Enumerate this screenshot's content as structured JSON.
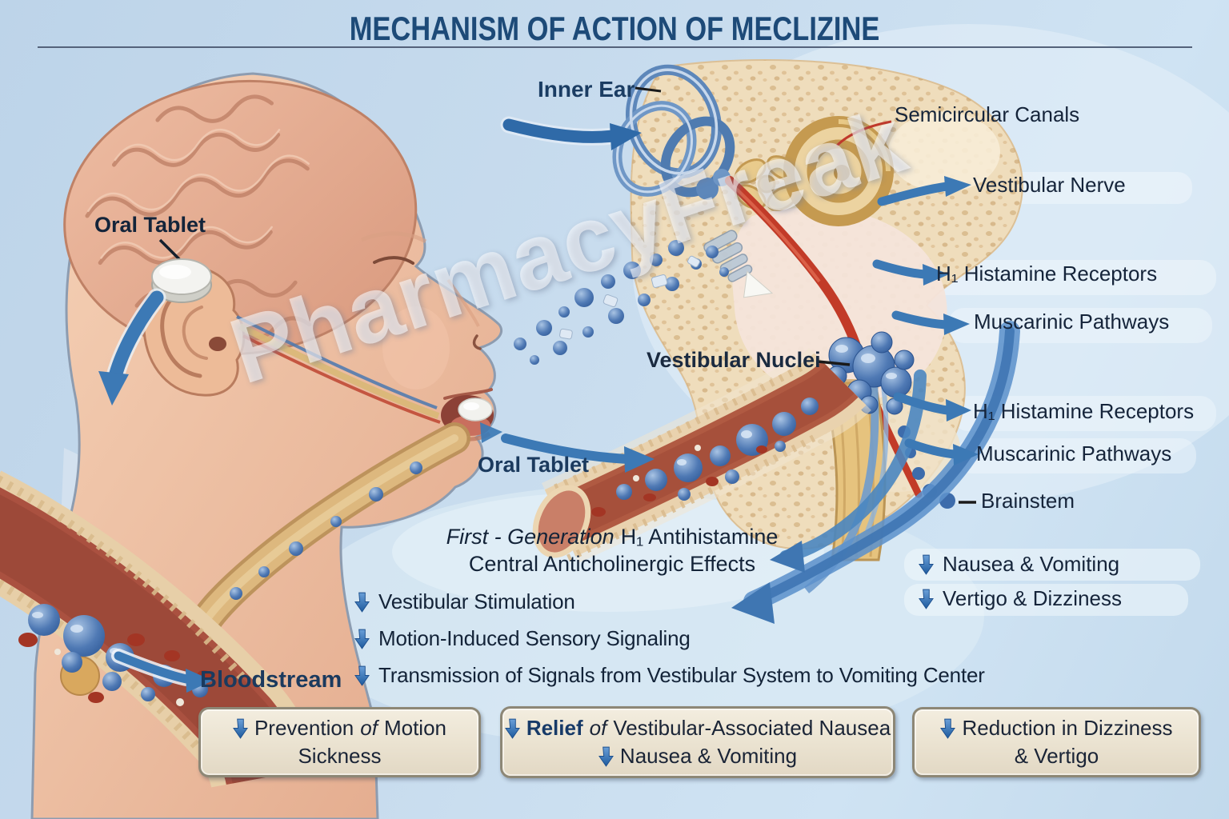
{
  "title": "MECHANISM OF ACTION OF MECLIZINE",
  "watermark": "PharmacyFreak",
  "labels": {
    "oral_tablet_head": "Oral Tablet",
    "inner_ear": "Inner Ear",
    "semicircular_canals": "Semicircular Canals",
    "vestibular_nerve": "Vestibular Nerve",
    "h1_histamine_receptors_upper": "H₁ Histamine Receptors",
    "muscarinic_pathways_upper": "Muscarinic Pathways",
    "vestibular_nuclei": "Vestibular Nuclei",
    "h1_histamine_receptors_lower": "H₁ Histamine Receptors",
    "muscarinic_pathways_lower": "Muscarinic Pathways",
    "brainstem": "Brainstem",
    "nausea_vomiting": "Nausea & Vomiting",
    "vertigo_dizziness": "Vertigo & Dizziness",
    "oral_tablet_mouth": "Oral Tablet",
    "bloodstream": "Bloodstream"
  },
  "mechanism": {
    "line1_italic": "First - Generation",
    "line1_regular": "H₁ Antihistamine",
    "line2": "Central Anticholinergic Effects",
    "effects": [
      "Vestibular Stimulation",
      "Motion-Induced Sensory Signaling",
      "Transmission of Signals from Vestibular System to Vomiting Center"
    ]
  },
  "outcomes": {
    "box1": {
      "l1a": "Prevention",
      "l1b": "of",
      "l1c": "Motion",
      "l2": "Sickness"
    },
    "box2": {
      "l1a": "Relief",
      "l1b": "of",
      "l1c": "Vestibular-Associated Nausea",
      "l2": "Nausea & Vomiting"
    },
    "box3": {
      "l1": "Reduction in Dizziness",
      "l2": "& Vertigo"
    }
  },
  "colors": {
    "background": "#c6dcee",
    "title": "#1d4a78",
    "label_text": "#15243a",
    "arrow_blue": "#3c79b5",
    "box_background": "#eae3d2",
    "box_border": "#8d8776"
  }
}
